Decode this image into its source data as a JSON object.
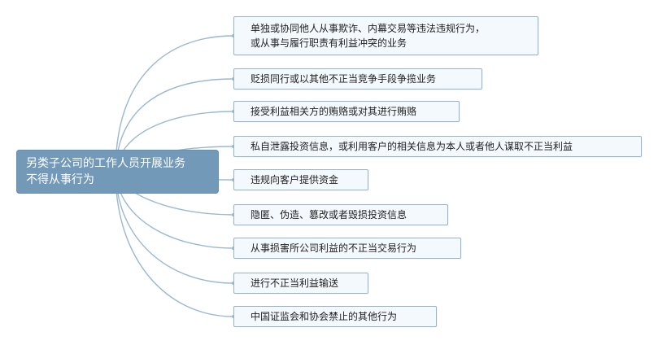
{
  "root": {
    "line1": "另类子公司的工作人员开展业务",
    "line2": "不得从事行为"
  },
  "items": [
    {
      "line1": "单独或协同他人从事欺诈、内幕交易等违法违规行为，",
      "line2": "或从事与履行职责有利益冲突的业务"
    },
    {
      "text": "贬损同行或以其他不正当竞争手段争揽业务"
    },
    {
      "text": "接受利益相关方的贿赂或对其进行贿赂"
    },
    {
      "text": "私自泄露投资信息，或利用客户的相关信息为本人或者他人谋取不正当利益"
    },
    {
      "text": "违规向客户提供资金"
    },
    {
      "text": "隐匿、伪造、篡改或者毁损投资信息"
    },
    {
      "text": "从事损害所公司利益的不正当交易行为"
    },
    {
      "text": "进行不正当利益输送"
    },
    {
      "text": "中国证监会和协会禁止的其他行为"
    }
  ]
}
